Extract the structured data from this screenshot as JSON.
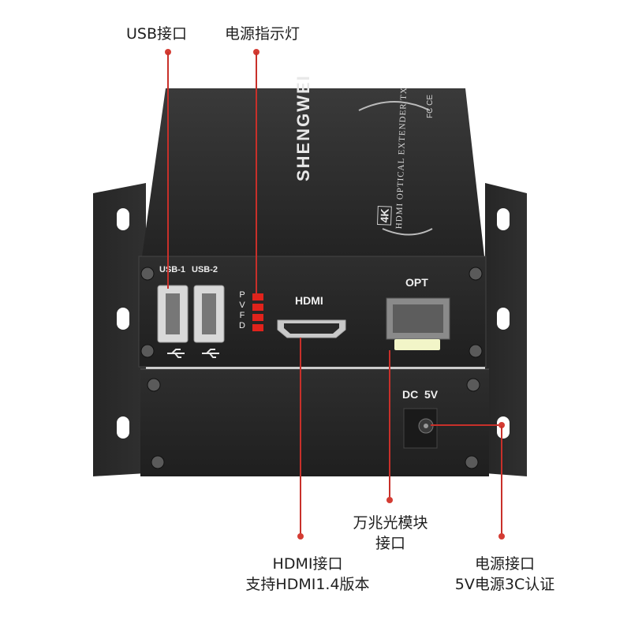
{
  "callouts": {
    "usb": "USB接口",
    "power_led": "电源指示灯",
    "hdmi_line1": "HDMI接口",
    "hdmi_line2": "支持HDMI1.4版本",
    "sfp_line1": "万兆光模块",
    "sfp_line2": "接口",
    "dc_line1": "电源接口",
    "dc_line2": "5V电源3C认证"
  },
  "device": {
    "brand": "SHENGWEI",
    "model_line": "HDMI OPTICAL EXTENDER TX",
    "resolution_badge": "4K",
    "cert_marks": "FC CE",
    "port_usb1": "USB-1",
    "port_usb2": "USB-2",
    "led_letters": [
      "P",
      "V",
      "F",
      "D"
    ],
    "port_hdmi": "HDMI",
    "port_opt": "OPT",
    "port_dc": "DC  5V"
  },
  "colors": {
    "leader_red": "#c8302a",
    "chassis": "#2b2b2b",
    "led_red": "#e0231c",
    "sfp_latch": "#f2f5c8"
  }
}
